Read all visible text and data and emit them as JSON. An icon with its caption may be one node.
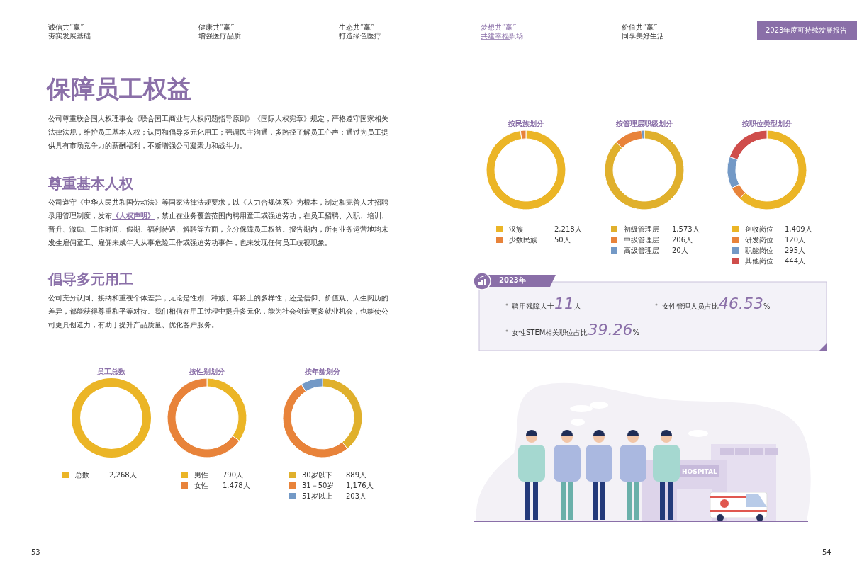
{
  "diagram": {
    "title": "保障员工权益",
    "labels": [
      "诚信共“赢”",
      "夯实发展基础",
      "健康共“赢”",
      "增强医疗品质",
      "生态共“赢”",
      "打造绿色医疗",
      "梦想共“赢”",
      "共建幸福职场",
      "价值共“赢”",
      "同享美好生活",
      "2023年度可持续发展报告",
      "公司尊重联合国人权理事会《联合国工商业与人权问题指导原则》《国际人权宪章》规定，严格遵守国家相关法律法规，维护员工基本人权；认同和倡导多元化用工；强调民主沟通，多路径了解员工心声；通过为员工提供具有市场竞争力的薪酬福利，不断增强公司凝聚力和战斗力。",
      "尊重基本人权",
      "公司遵守《中华人民共和国劳动法》等国家法律法规要求，以《人力合规体系》为根本，制定和完善人才招聘录用管理制度，发布**《人权声明》**，禁止在业务覆盖范围内聘用童工或强迫劳动，在员工招聘、入职、培训、晋升、激励、工作时间、假期、福利待遇、解聘等方面，充分保障员工权益。报告期内，所有业务运营地均未发生雇佣童工、雇佣未成年人从事危险工作或强迫劳动事件，也未发现任何员工歧视现象。",
      "倡导多元用工",
      "公司充分认同、接纳和重视个体差异，无论是性别、种族、年龄上的多样性，还是信仰、价值观、人生阅历的差异，都能获得尊重和平等对待。我们相信在用工过程中提升多元化，能为社会创造更多就业机会，也能使公司更具创造力，有助于提升产品质量、优化客户服务。",
      "2023年",
      "聘用残障人士**11**人",
      "女性管理人员占比**46.53**%",
      "女性STEM相关职位占比**39.26**%",
      "HOSPITAL",
      "53",
      "54"
    ],
    "chart_data": [
      {
        "type": "donut",
        "title": "员工总数",
        "categories": [
          "总数"
        ],
        "values": [
          2268
        ],
        "value_labels": [
          "2,268人"
        ],
        "colors": [
          "#ebb526"
        ],
        "legend": "bottom"
      },
      {
        "type": "donut",
        "title": "按性别划分",
        "categories": [
          "男性",
          "女性"
        ],
        "values": [
          790,
          1478
        ],
        "value_labels": [
          "790人",
          "1,478人"
        ],
        "colors": [
          "#ebb526",
          "#e8833a"
        ],
        "legend": "bottom"
      },
      {
        "type": "donut",
        "title": "按年龄划分",
        "categories": [
          "30岁以下",
          "31－50岁",
          "51岁以上"
        ],
        "values": [
          889,
          1176,
          203
        ],
        "value_labels": [
          "889人",
          "1,176人",
          "203人"
        ],
        "colors": [
          "#e0b02c",
          "#e8833a",
          "#7399c6"
        ],
        "legend": "bottom"
      },
      {
        "type": "donut",
        "title": "按民族划分",
        "categories": [
          "汉族",
          "少数民族"
        ],
        "values": [
          2218,
          50
        ],
        "value_labels": [
          "2,218人",
          "50人"
        ],
        "colors": [
          "#ebb526",
          "#e8833a"
        ],
        "legend": "bottom"
      },
      {
        "type": "donut",
        "title": "按管理层职级划分",
        "categories": [
          "初级管理层",
          "中级管理层",
          "高级管理层"
        ],
        "values": [
          1573,
          206,
          20
        ],
        "value_labels": [
          "1,573人",
          "206人",
          "20人"
        ],
        "colors": [
          "#e0b02c",
          "#e8833a",
          "#7399c6"
        ],
        "legend": "bottom"
      },
      {
        "type": "donut",
        "title": "按职位类型划分",
        "categories": [
          "创收岗位",
          "研发岗位",
          "职能岗位",
          "其他岗位"
        ],
        "values": [
          1409,
          120,
          295,
          444
        ],
        "value_labels": [
          "1,409人",
          "120人",
          "295人",
          "444人"
        ],
        "colors": [
          "#ebb526",
          "#e8833a",
          "#7399c6",
          "#cf4d4b"
        ],
        "legend": "bottom"
      }
    ]
  }
}
